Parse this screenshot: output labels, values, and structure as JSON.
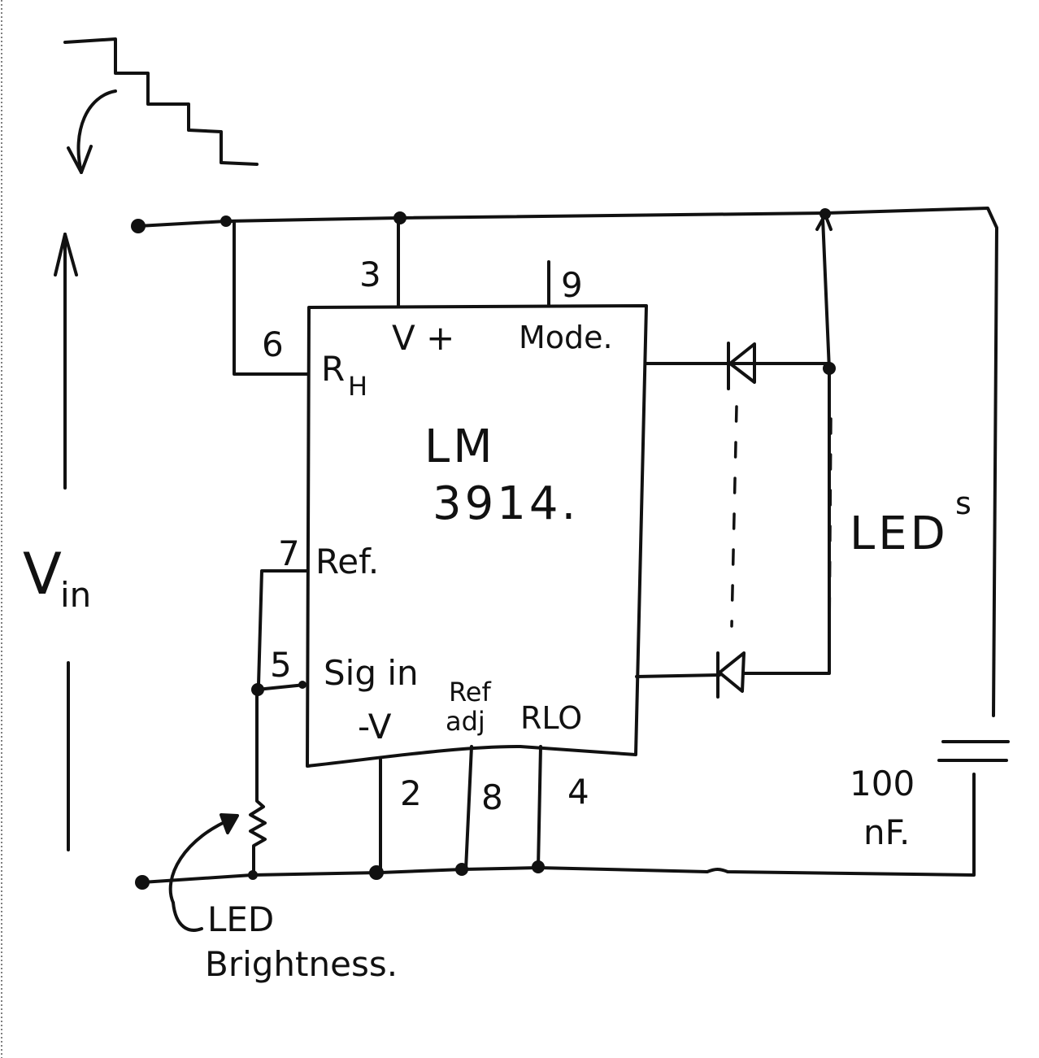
{
  "diagram": {
    "chip": {
      "name_line1": "LM",
      "name_line2": "3914."
    },
    "pins": {
      "p3": "3",
      "p9": "9",
      "p6": "6",
      "p7": "7",
      "p5": "5",
      "p2": "2",
      "p8": "8",
      "p4": "4"
    },
    "pin_labels": {
      "vplus": "V +",
      "mode": "Mode.",
      "rh_main": "R",
      "rh_sub": "H",
      "ref": "Ref.",
      "sigin": "Sig in",
      "minusv": "-V",
      "refadj_line1": "Ref",
      "refadj_line2": "adj",
      "rlo": "RLO"
    },
    "leds_label": "LED",
    "leds_suffix": "s",
    "capacitor": {
      "value": "100",
      "unit": "nF."
    },
    "vin_main": "V",
    "vin_sub": "in",
    "brightness_line1": "LED",
    "brightness_line2": "Brightness."
  }
}
